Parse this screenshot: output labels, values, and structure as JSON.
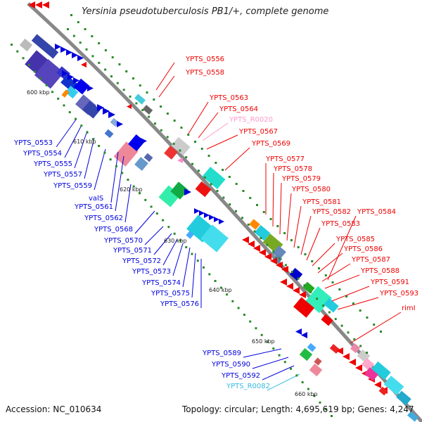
{
  "title": "Yersinia pseudotuberculosis PB1/+, complete genome",
  "footer": {
    "accession": "Accession: NC_010634",
    "topology": "Topology: circular; Length: 4,695,619 bp; Genes: 4,247"
  },
  "colors": {
    "backbone": "#888888",
    "forward_strand": "#0000dd",
    "reverse_strand": "#ee0000",
    "rna": "#ff88cc",
    "rna_alt": "#33bbdd",
    "tick_marks": "#2a8a2a"
  },
  "ticks": [
    "600 kbp",
    "610 kbp",
    "620 kbp",
    "630 kbp",
    "640 kbp",
    "650 kbp",
    "660 kbp"
  ],
  "labels_right": [
    {
      "text": "YPTS_0556",
      "color": "#ee0000"
    },
    {
      "text": "YPTS_0558",
      "color": "#ee0000"
    },
    {
      "text": "YPTS_0563",
      "color": "#ee0000"
    },
    {
      "text": "YPTS_0564",
      "color": "#ee0000"
    },
    {
      "text": "YPTS_R0020",
      "color": "#ff99cc"
    },
    {
      "text": "YPTS_0567",
      "color": "#ee0000"
    },
    {
      "text": "YPTS_0569",
      "color": "#ee0000"
    },
    {
      "text": "YPTS_0577",
      "color": "#ee0000"
    },
    {
      "text": "YPTS_0578",
      "color": "#ee0000"
    },
    {
      "text": "YPTS_0579",
      "color": "#ee0000"
    },
    {
      "text": "YPTS_0580",
      "color": "#ee0000"
    },
    {
      "text": "YPTS_0581",
      "color": "#ee0000"
    },
    {
      "text": "YPTS_0582",
      "color": "#ee0000"
    },
    {
      "text": "YPTS_0584",
      "color": "#ee0000"
    },
    {
      "text": "YPTS_0583",
      "color": "#ee0000"
    },
    {
      "text": "YPTS_0585",
      "color": "#ee0000"
    },
    {
      "text": "YPTS_0586",
      "color": "#ee0000"
    },
    {
      "text": "YPTS_0587",
      "color": "#ee0000"
    },
    {
      "text": "YPTS_0588",
      "color": "#ee0000"
    },
    {
      "text": "YPTS_0591",
      "color": "#ee0000"
    },
    {
      "text": "YPTS_0593",
      "color": "#ee0000"
    },
    {
      "text": "rimI",
      "color": "#ee0000"
    }
  ],
  "labels_left": [
    {
      "text": "YPTS_0553",
      "color": "#0000dd"
    },
    {
      "text": "YPTS_0554",
      "color": "#0000dd"
    },
    {
      "text": "YPTS_0555",
      "color": "#0000dd"
    },
    {
      "text": "YPTS_0557",
      "color": "#0000dd"
    },
    {
      "text": "YPTS_0559",
      "color": "#0000dd"
    },
    {
      "text": "valS",
      "color": "#0000dd"
    },
    {
      "text": "YPTS_0561",
      "color": "#0000dd"
    },
    {
      "text": "YPTS_0562",
      "color": "#0000dd"
    },
    {
      "text": "YPTS_0568",
      "color": "#0000dd"
    },
    {
      "text": "YPTS_0570",
      "color": "#0000dd"
    },
    {
      "text": "YPTS_0571",
      "color": "#0000dd"
    },
    {
      "text": "YPTS_0572",
      "color": "#0000dd"
    },
    {
      "text": "YPTS_0573",
      "color": "#0000dd"
    },
    {
      "text": "YPTS_0574",
      "color": "#0000dd"
    },
    {
      "text": "YPTS_0575",
      "color": "#0000dd"
    },
    {
      "text": "YPTS_0576",
      "color": "#0000dd"
    },
    {
      "text": "YPTS_0589",
      "color": "#0000dd"
    },
    {
      "text": "YPTS_0590",
      "color": "#0000dd"
    },
    {
      "text": "YPTS_0592",
      "color": "#0000dd"
    },
    {
      "text": "YPTS_R0082",
      "color": "#33bbdd"
    }
  ]
}
